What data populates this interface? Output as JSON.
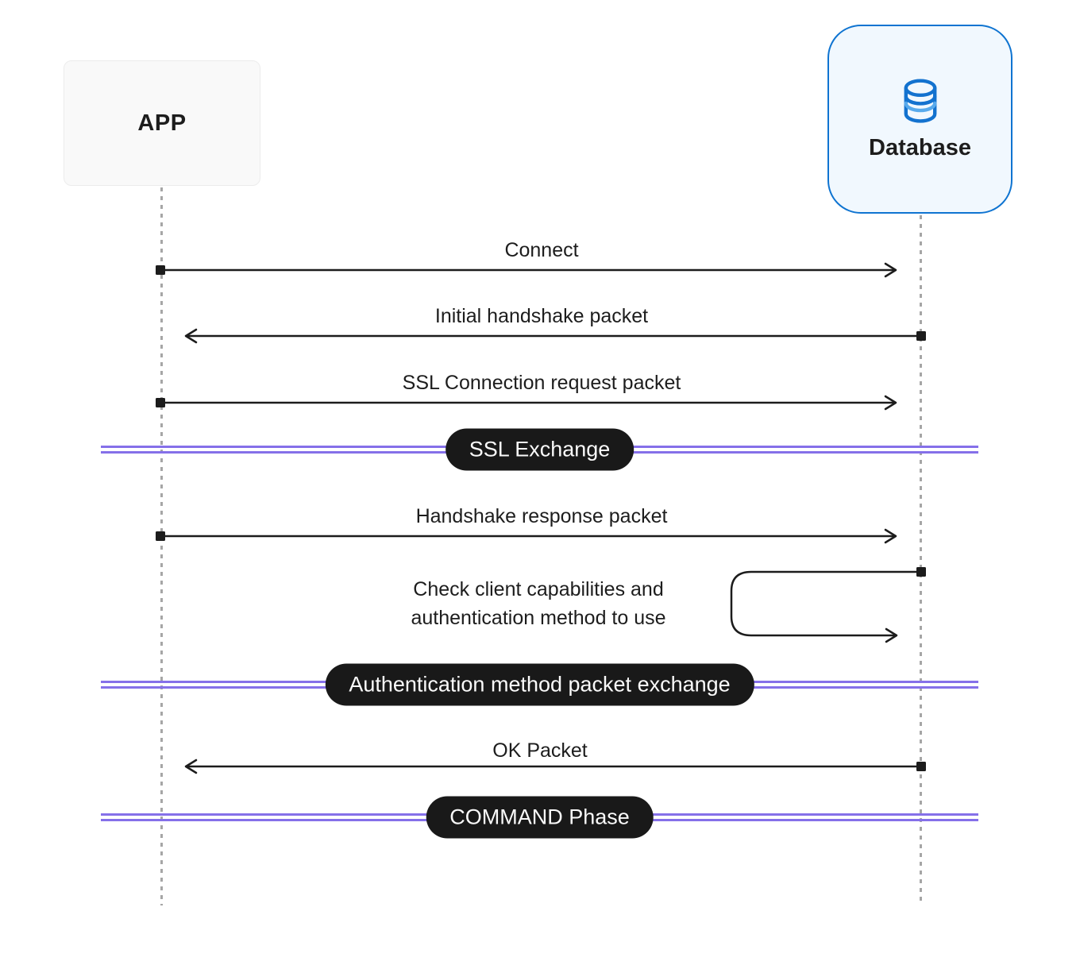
{
  "diagram": {
    "title_hint": "APP to Database connection handshake sequence",
    "actors": {
      "app": {
        "label": "APP"
      },
      "database": {
        "label": "Database",
        "icon": "database-cylinder-icon"
      }
    },
    "messages": {
      "connect": {
        "label": "Connect",
        "from": "APP",
        "to": "Database",
        "direction": "right"
      },
      "initial_handshake": {
        "label": "Initial handshake packet",
        "from": "Database",
        "to": "APP",
        "direction": "left"
      },
      "ssl_request": {
        "label": "SSL Connection request packet",
        "from": "APP",
        "to": "Database",
        "direction": "right"
      },
      "handshake_response": {
        "label": "Handshake response packet",
        "from": "APP",
        "to": "Database",
        "direction": "right"
      },
      "self_check": {
        "line1": "Check client capabilities and",
        "line2": "authentication method to use",
        "actor": "Database",
        "direction": "self"
      },
      "ok_packet": {
        "label": "OK Packet",
        "from": "Database",
        "to": "APP",
        "direction": "left"
      }
    },
    "phases": {
      "ssl_exchange": {
        "label": "SSL Exchange"
      },
      "auth_exchange": {
        "label": "Authentication method packet exchange"
      },
      "command": {
        "label": "COMMAND Phase"
      }
    },
    "colors": {
      "accent_purple": "#8570e9",
      "pill_background": "#191919",
      "pill_text": "#fafafa",
      "database_border": "#0f74d1",
      "database_fill": "#f1f8fe",
      "icon_blue_dark": "#1372cf",
      "icon_blue_light": "#58aaec",
      "app_box_fill": "#f9f9f9",
      "line_black": "#1c1c1c",
      "lifeline_gray": "#a6a6a6"
    }
  }
}
